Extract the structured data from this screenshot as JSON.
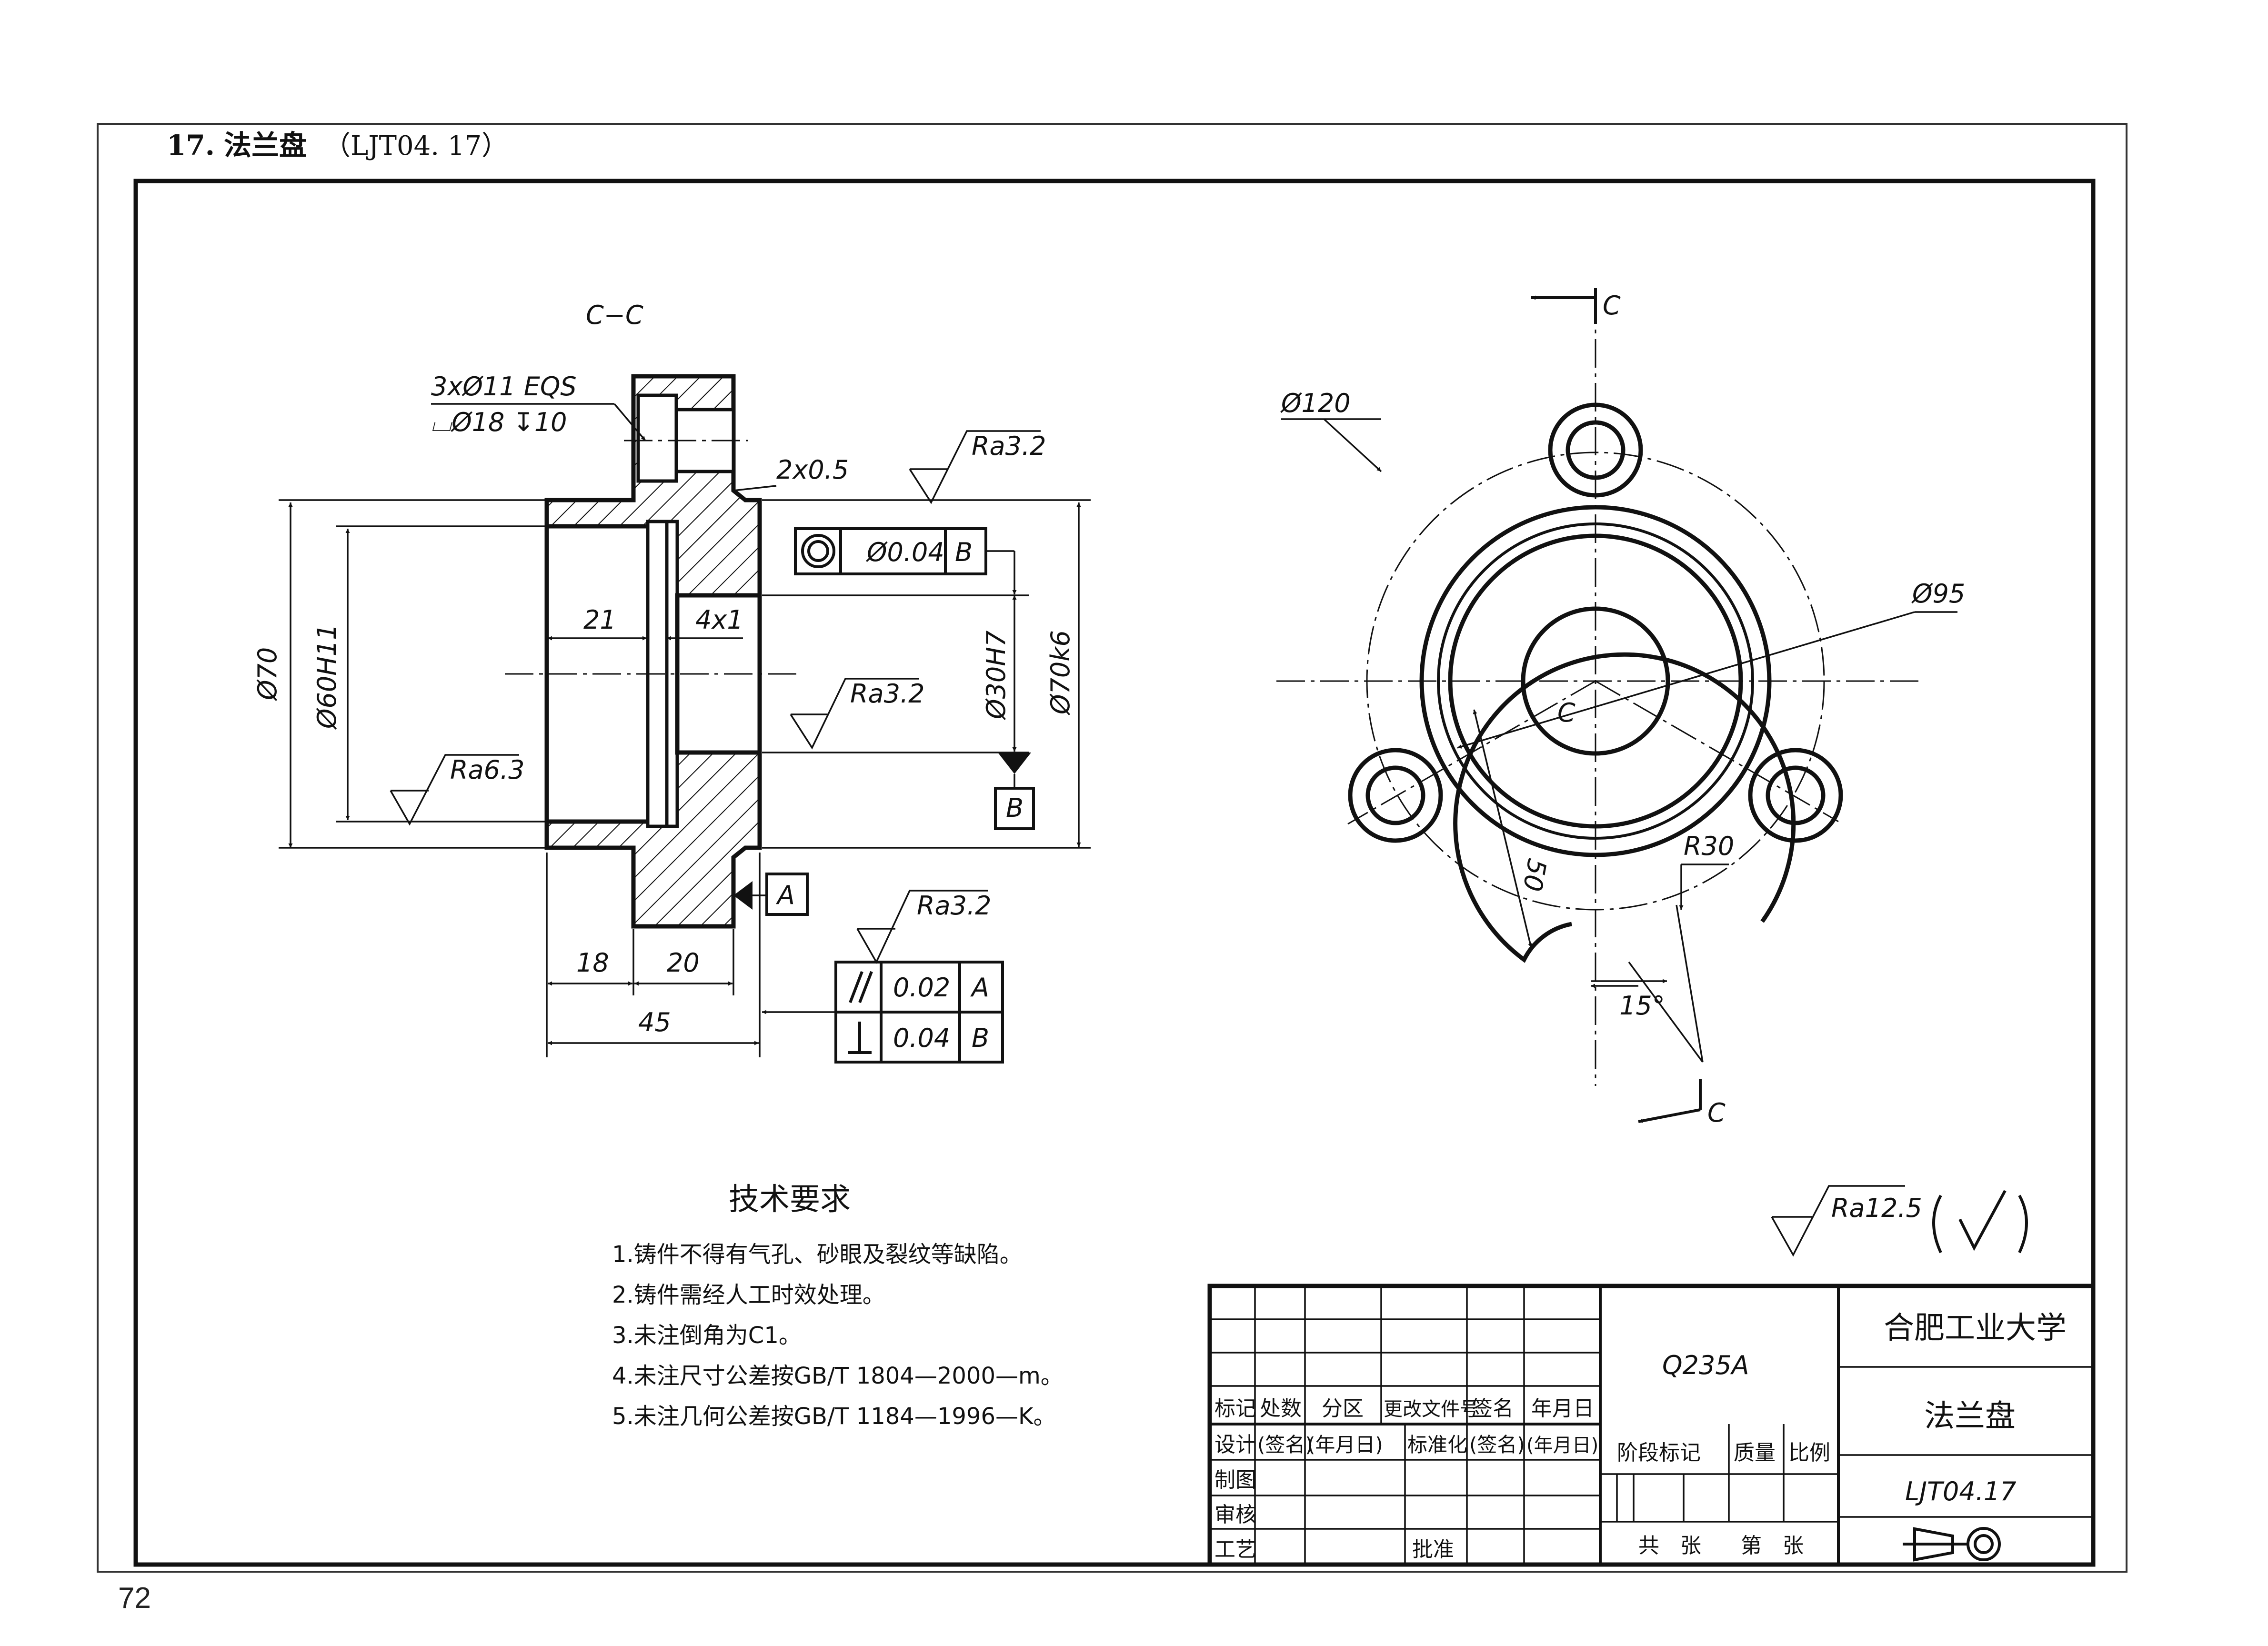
{
  "header": {
    "num": "17.",
    "title": "法兰盘",
    "code": "（LJT04. 17）"
  },
  "page_number": "72",
  "section_view": {
    "label": "C−C",
    "hole_callout_1": "3xØ11 EQS",
    "hole_callout_2": "⌴Ø18 ↧10",
    "chamfer": "2x0.5",
    "dia_70": "Ø70",
    "dia_60": "Ø60H11",
    "dim_21": "21",
    "groove": "4x1",
    "dia_30": "Ø30H7",
    "dia_70k6": "Ø70k6",
    "dim_18": "18",
    "dim_20": "20",
    "dim_45": "45",
    "datum_a": "A",
    "datum_b": "B",
    "ra_top": "Ra3.2",
    "ra_mid": "Ra3.2",
    "ra_left": "Ra6.3",
    "ra_bottom": "Ra3.2"
  },
  "fcf_concentric": {
    "value": "Ø0.04",
    "datum": "B"
  },
  "fcf_orient": [
    {
      "value": "0.02",
      "datum": "A"
    },
    {
      "value": "0.04",
      "datum": "B"
    }
  ],
  "front_view": {
    "cut_label": "C",
    "dia_120": "Ø120",
    "dia_95": "Ø95",
    "r30": "R30",
    "dim_50": "50",
    "angle": "15°",
    "center_label": "C"
  },
  "general_roughness": {
    "value": "Ra12.5"
  },
  "tech_req": {
    "title": "技术要求",
    "items": [
      "1.铸件不得有气孔、砂眼及裂纹等缺陷。",
      "2.铸件需经人工时效处理。",
      "3.未注倒角为C1。",
      "4.未注尺寸公差按GB/T 1804—2000—m。",
      "5.未注几何公差按GB/T 1184—1996—K。"
    ]
  },
  "title_block": {
    "material": "Q235A",
    "school": "合肥工业大学",
    "part_name": "法兰盘",
    "drawing_no": "LJT04.17",
    "row_labels": [
      "标记",
      "处数",
      "分区",
      "更改文件号",
      "签名",
      "年月日"
    ],
    "design_row": [
      "设计",
      "(签名)",
      "(年月日)",
      "标准化",
      "(签名)",
      "(年月日)"
    ],
    "left_labels": [
      "制图",
      "审核",
      "工艺"
    ],
    "approve": "批准",
    "stage": "阶段标记",
    "mass": "质量",
    "scale": "比例",
    "sheets_total": "共　张",
    "sheet_no": "第　张"
  }
}
